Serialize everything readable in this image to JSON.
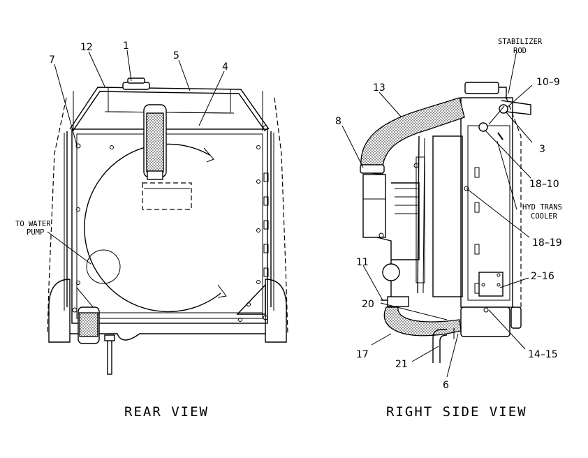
{
  "callouts": {
    "n1": "1",
    "n12": "12",
    "n5": "5",
    "n4": "4",
    "n7": "7",
    "n13": "13",
    "n8": "8",
    "n10_9": "10–9",
    "n3": "3",
    "n18_10": "18–10",
    "n18_19": "18–19",
    "n11": "11",
    "n20": "20",
    "n2_16": "2–16",
    "n17": "17",
    "n21": "21",
    "n14_15": "14–15",
    "n6": "6"
  },
  "notes": {
    "water_pump_1": "TO WATER",
    "water_pump_2": "PUMP",
    "stabilizer_1": "STABILIZER",
    "stabilizer_2": "ROD",
    "cooler_1": "HYD TRANS",
    "cooler_2": "COOLER"
  },
  "captions": {
    "rear": "REAR VIEW",
    "right": "RIGHT SIDE VIEW"
  }
}
